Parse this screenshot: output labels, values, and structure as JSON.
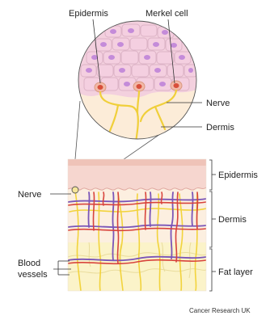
{
  "labels": {
    "epidermis_top": "Epidermis",
    "merkel_cell": "Merkel cell",
    "nerve_right": "Nerve",
    "dermis_right": "Dermis",
    "nerve_left": "Nerve",
    "epidermis_bracket": "Epidermis",
    "dermis_bracket": "Dermis",
    "blood_line1": "Blood",
    "blood_line2": "vessels",
    "fat_layer": "Fat layer"
  },
  "credit": "Cancer Research UK",
  "colors": {
    "epidermis": "#f7ddd2",
    "cell_fill": "#f3cfe0",
    "cell_border": "#ddb6c8",
    "nucleus": "#c08ad8",
    "merkel_nucleus": "#e86a48",
    "dermis": "#fcecd8",
    "nerve": "#f2d33c",
    "artery": "#d8433c",
    "vein": "#7a55b8",
    "fat": "#fbf3c9"
  }
}
